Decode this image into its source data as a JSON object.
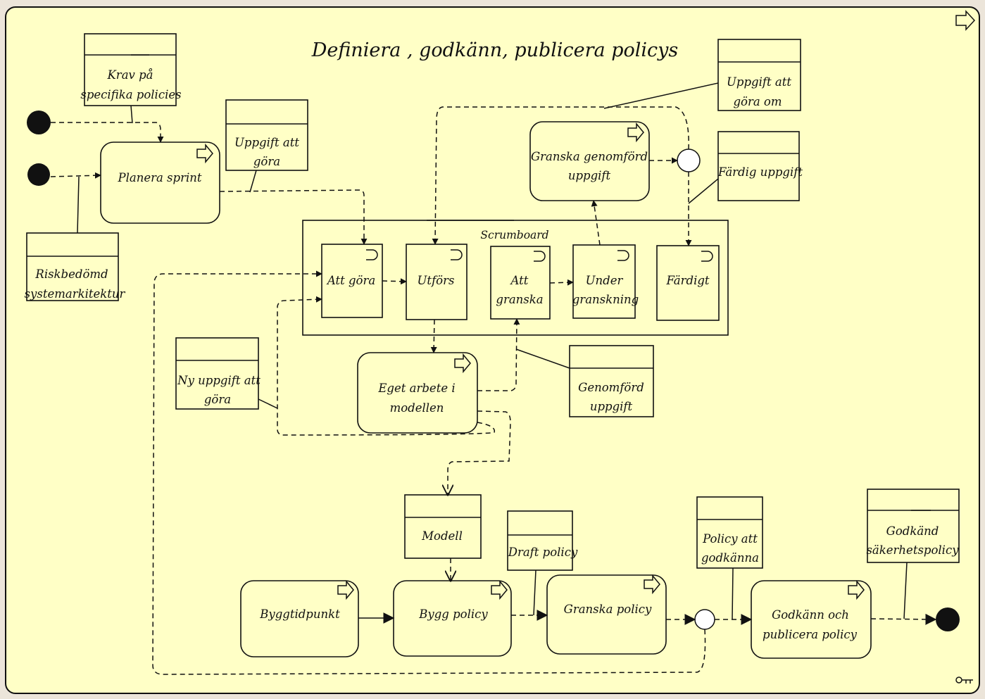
{
  "title": "Definiera , godkänn, publicera policys",
  "container_label": "Scrumboard",
  "actions": {
    "planera_sprint": "Planera sprint",
    "granska_genomford": [
      "Granska genomförd",
      "uppgift"
    ],
    "att_gora": "Att göra",
    "utfors": "Utförs",
    "att_granska": [
      "Att",
      "granska"
    ],
    "under_granskning": [
      "Under",
      "granskning"
    ],
    "fardigt": "Färdigt",
    "eget_arbete": [
      "Eget arbete i",
      "modellen"
    ],
    "byggtidpunkt": "Byggtidpunkt",
    "bygg_policy": "Bygg policy",
    "granska_policy": "Granska policy",
    "godkann_publicera": [
      "Godkänn och",
      "publicera policy"
    ]
  },
  "objects": {
    "krav": [
      "Krav på",
      "specifika policies"
    ],
    "uppgift_att_gora": [
      "Uppgift att",
      "göra"
    ],
    "riskbedomd": [
      "Riskbedömd",
      "systemarkitektur"
    ],
    "uppgift_gora_om": [
      "Uppgift att",
      "göra om"
    ],
    "fardig_uppgift": "Färdig uppgift",
    "ny_uppgift": [
      "Ny uppgift att",
      "göra"
    ],
    "genomford_uppgift": [
      "Genomförd",
      "uppgift"
    ],
    "modell": "Modell",
    "draft_policy": "Draft policy",
    "policy_att_godkanna": [
      "Policy att",
      "godkänna"
    ],
    "godkand_sakerhetspolicy": [
      "Godkänd",
      "säkerhetspolicy"
    ]
  }
}
